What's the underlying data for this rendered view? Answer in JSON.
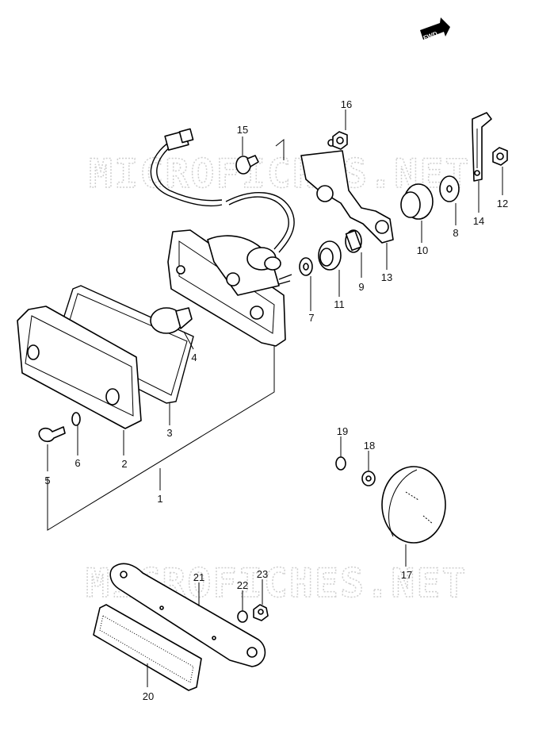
{
  "watermarks": [
    "MICROFICHES.NET",
    "MICROFICHES.NET"
  ],
  "fwd_label": "FWD",
  "callouts": [
    "1",
    "2",
    "3",
    "4",
    "5",
    "6",
    "7",
    "8",
    "9",
    "10",
    "11",
    "12",
    "13",
    "14",
    "15",
    "16",
    "17",
    "18",
    "19",
    "20",
    "21",
    "22",
    "23"
  ],
  "colors": {
    "line": "#000000",
    "watermark": "#cfcfcf",
    "background": "#ffffff"
  },
  "icons": [
    "fwd-arrow-icon"
  ]
}
